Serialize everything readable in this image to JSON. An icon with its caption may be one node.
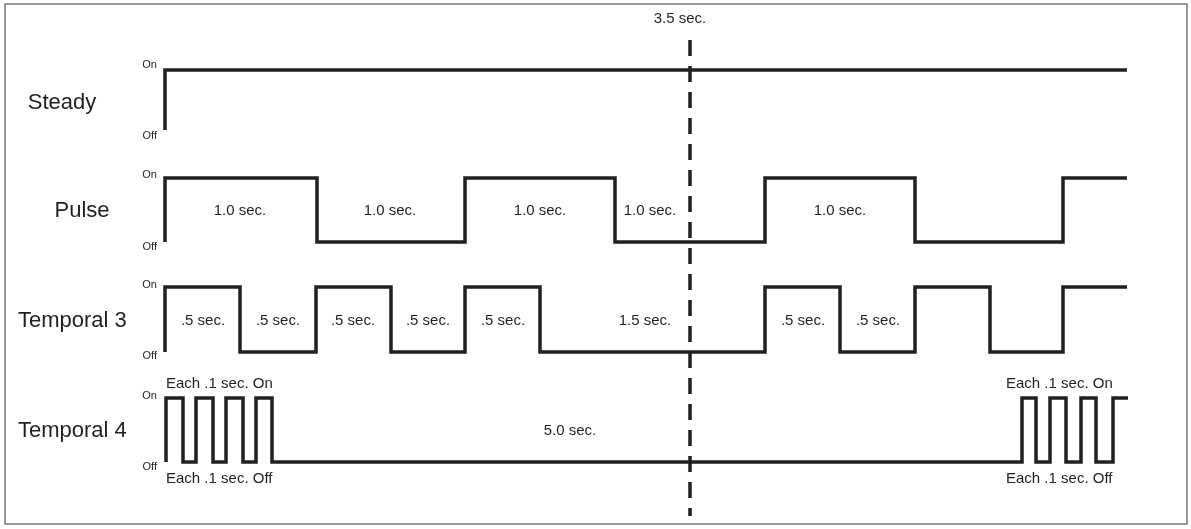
{
  "diagram": {
    "labels": [
      "3.5 sec.",
      "On",
      "Steady",
      "Off",
      "On",
      "Pulse",
      "1.0 sec.",
      "1.0 sec.",
      "1.0 sec.",
      "1.0 sec.",
      "1.0 sec.",
      "Off",
      "On",
      "Temporal 3",
      ".5 sec.",
      ".5 sec.",
      ".5 sec.",
      ".5 sec.",
      ".5 sec.",
      "1.5 sec.",
      ".5 sec.",
      ".5 sec.",
      "Off",
      "Each .1 sec. On",
      "Each .1 sec. On",
      "On",
      "Temporal 4",
      "5.0 sec.",
      "Off",
      "Each .1 sec. Off",
      "Each .1 sec. Off"
    ]
  }
}
